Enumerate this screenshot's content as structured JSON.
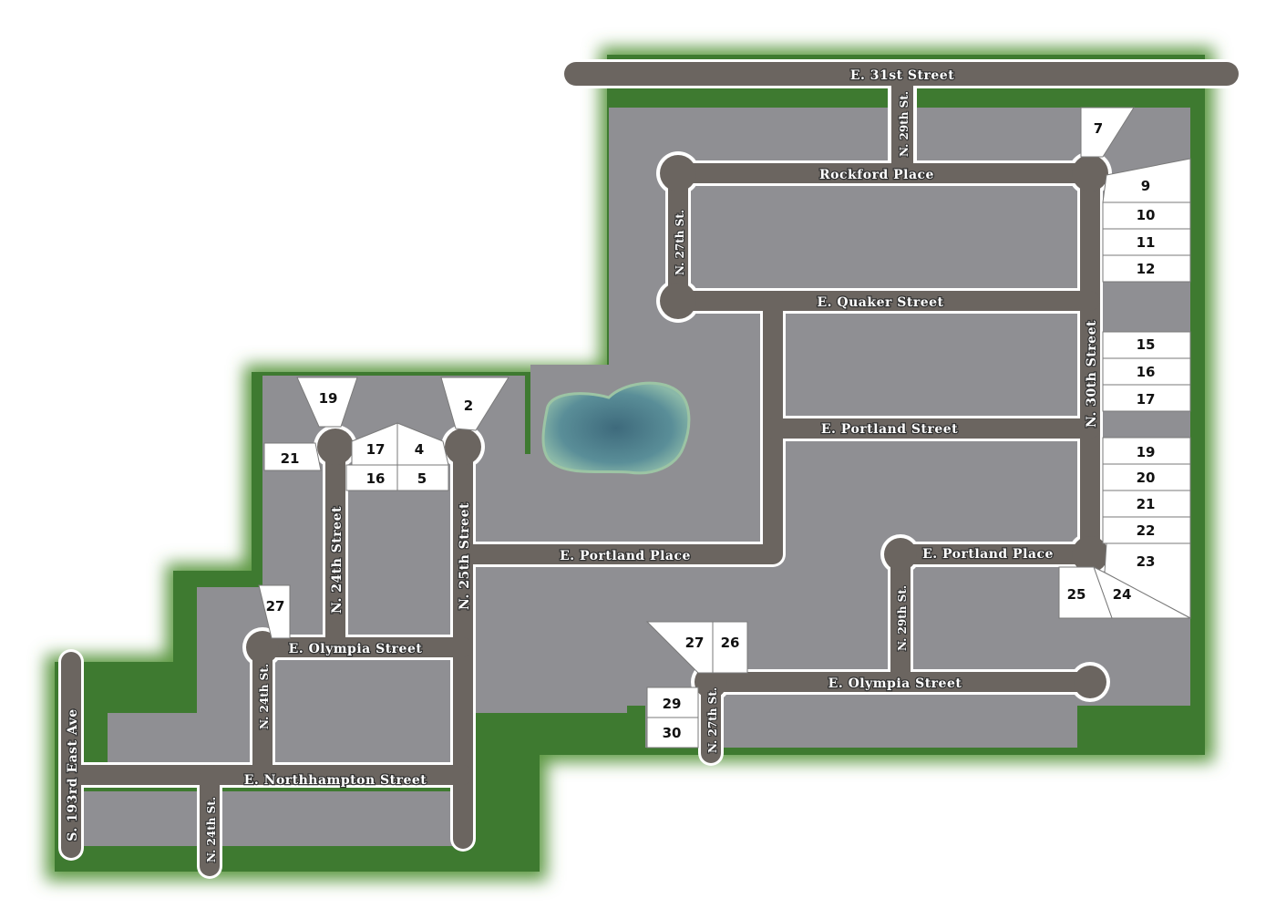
{
  "colors": {
    "grass": "#3f7a32",
    "grass_edge": "#7fb35a",
    "block": "#8f8f93",
    "road": "#6b6560",
    "road_border": "#ffffff",
    "lot": "#ffffff",
    "pond": "#4d7d8c"
  },
  "streets": {
    "e31": "E. 31st Street",
    "n29_north": "N. 29th St.",
    "rockford": "Rockford Place",
    "n27_north": "N. 27th St.",
    "quaker": "E. Quaker Street",
    "n30": "N. 30th Street",
    "portland_street": "E. Portland Street",
    "portland_place_w": "E. Portland Place",
    "portland_place_e": "E. Portland Place",
    "n29_south": "N. 29th St.",
    "olympia_e": "E. Olympia Street",
    "n27_south": "N. 27th St.",
    "n24_street": "N. 24th Street",
    "n25_street": "N. 25th Street",
    "olympia_w": "E. Olympia Street",
    "n24_short": "N. 24th St.",
    "northhampton": "E. Northhampton Street",
    "s193": "S. 193rd East Ave",
    "n24_south": "N. 24th St."
  },
  "lots": {
    "l7": "7",
    "l9": "9",
    "l10": "10",
    "l11": "11",
    "l12": "12",
    "l15": "15",
    "l16": "16",
    "l17e": "17",
    "l19e": "19",
    "l20": "20",
    "l21e": "21",
    "l22": "22",
    "l23": "23",
    "l24": "24",
    "l25": "25",
    "l27e": "27",
    "l26": "26",
    "l29": "29",
    "l30": "30",
    "l19w": "19",
    "l2": "2",
    "l21w": "21",
    "l17w": "17",
    "l4": "4",
    "l16w": "16",
    "l5": "5",
    "l27w": "27"
  }
}
